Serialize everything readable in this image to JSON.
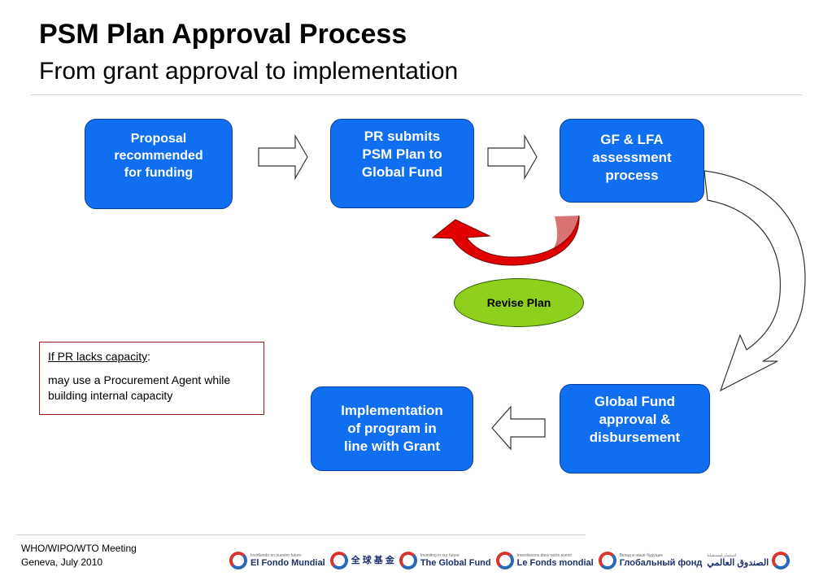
{
  "header": {
    "title": "PSM Plan Approval Process",
    "subtitle": "From grant approval to implementation"
  },
  "steps": {
    "proposal": "Proposal\nrecommended\nfor funding",
    "submit": "PR submits\nPSM Plan to\nGlobal Fund",
    "assess": "GF & LFA\nassessment\nprocess",
    "approval": "Global Fund\napproval &\ndisbursement",
    "implement": "Implementation\nof program in\nline with Grant"
  },
  "revise_label": "Revise Plan",
  "note": {
    "heading": "If PR lacks capacity",
    "colon": ":",
    "body": "may use a Procurement  Agent while building internal capacity"
  },
  "footer": {
    "line1": "WHO/WIPO/WTO Meeting",
    "line2": "Geneva, July 2010"
  },
  "logos": [
    {
      "name": "El Fondo Mundial",
      "tag": "Invirtiendo en nuestro futuro"
    },
    {
      "name": "全 球 基 金",
      "tag": ""
    },
    {
      "name": "The Global Fund",
      "tag": "Investing in our future"
    },
    {
      "name": "Le Fonds mondial",
      "tag": "Investissons dans notre avenir"
    },
    {
      "name": "Глобальный фонд",
      "tag": "Вклад в наше будущее"
    },
    {
      "name": "الصندوق العالمي",
      "tag": "استثمار لمستقبلنا"
    }
  ],
  "colors": {
    "box_fill": "#0f6ff0",
    "ellipse_fill": "#8fd01e",
    "revise_arrow": "#e00000",
    "note_border": "#8b1e1e"
  }
}
